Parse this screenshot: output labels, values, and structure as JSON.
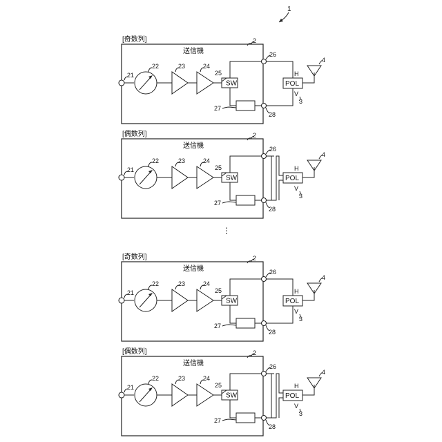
{
  "figure_ref": "1",
  "panels": [
    {
      "label": "[奇数列]",
      "title": "送信機",
      "ref_box": "2",
      "variant": "odd",
      "refs": {
        "r21": "21",
        "r22": "22",
        "r23": "23",
        "r24": "24",
        "r25": "25",
        "r26": "26",
        "r27": "27",
        "r28": "28",
        "r3": "3",
        "r4": "4"
      },
      "sw": "SW",
      "pol": "POL",
      "h": "H",
      "v": "V"
    },
    {
      "label": "[偶数列]",
      "title": "送信機",
      "ref_box": "2",
      "variant": "even",
      "refs": {
        "r21": "21",
        "r22": "22",
        "r23": "23",
        "r24": "24",
        "r25": "25",
        "r26": "26",
        "r27": "27",
        "r28": "28",
        "r3": "3",
        "r4": "4"
      },
      "sw": "SW",
      "pol": "POL",
      "h": "H",
      "v": "V"
    },
    {
      "label": "[奇数列]",
      "title": "送信機",
      "ref_box": "2",
      "variant": "odd",
      "refs": {
        "r21": "21",
        "r22": "22",
        "r23": "23",
        "r24": "24",
        "r25": "25",
        "r26": "26",
        "r27": "27",
        "r28": "28",
        "r3": "3",
        "r4": "4"
      },
      "sw": "SW",
      "pol": "POL",
      "h": "H",
      "v": "V"
    },
    {
      "label": "[偶数列]",
      "title": "送信機",
      "ref_box": "2",
      "variant": "even",
      "refs": {
        "r21": "21",
        "r22": "22",
        "r23": "23",
        "r24": "24",
        "r25": "25",
        "r26": "26",
        "r27": "27",
        "r28": "28",
        "r3": "3",
        "r4": "4"
      },
      "sw": "SW",
      "pol": "POL",
      "h": "H",
      "v": "V"
    }
  ],
  "ellipsis": "⋮"
}
